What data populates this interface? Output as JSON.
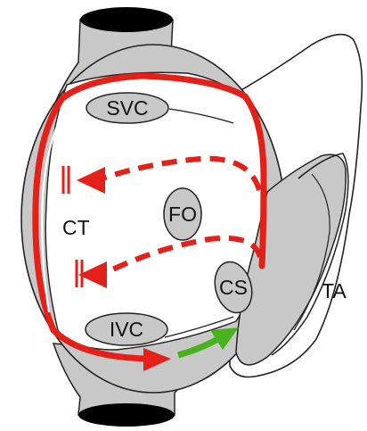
{
  "labels": {
    "svc": "SVC",
    "fo": "FO",
    "ct": "CT",
    "cs": "CS",
    "ivc": "IVC",
    "ta": "TA"
  },
  "colors": {
    "gray_fill": "#c8c8c8",
    "outline": "#222222",
    "red": "#e32119",
    "green": "#49b21d",
    "black": "#000000",
    "white": "#ffffff"
  },
  "icons": {
    "block_line": "double-bar-conduction-block",
    "arrow": "triangle-arrowhead"
  }
}
